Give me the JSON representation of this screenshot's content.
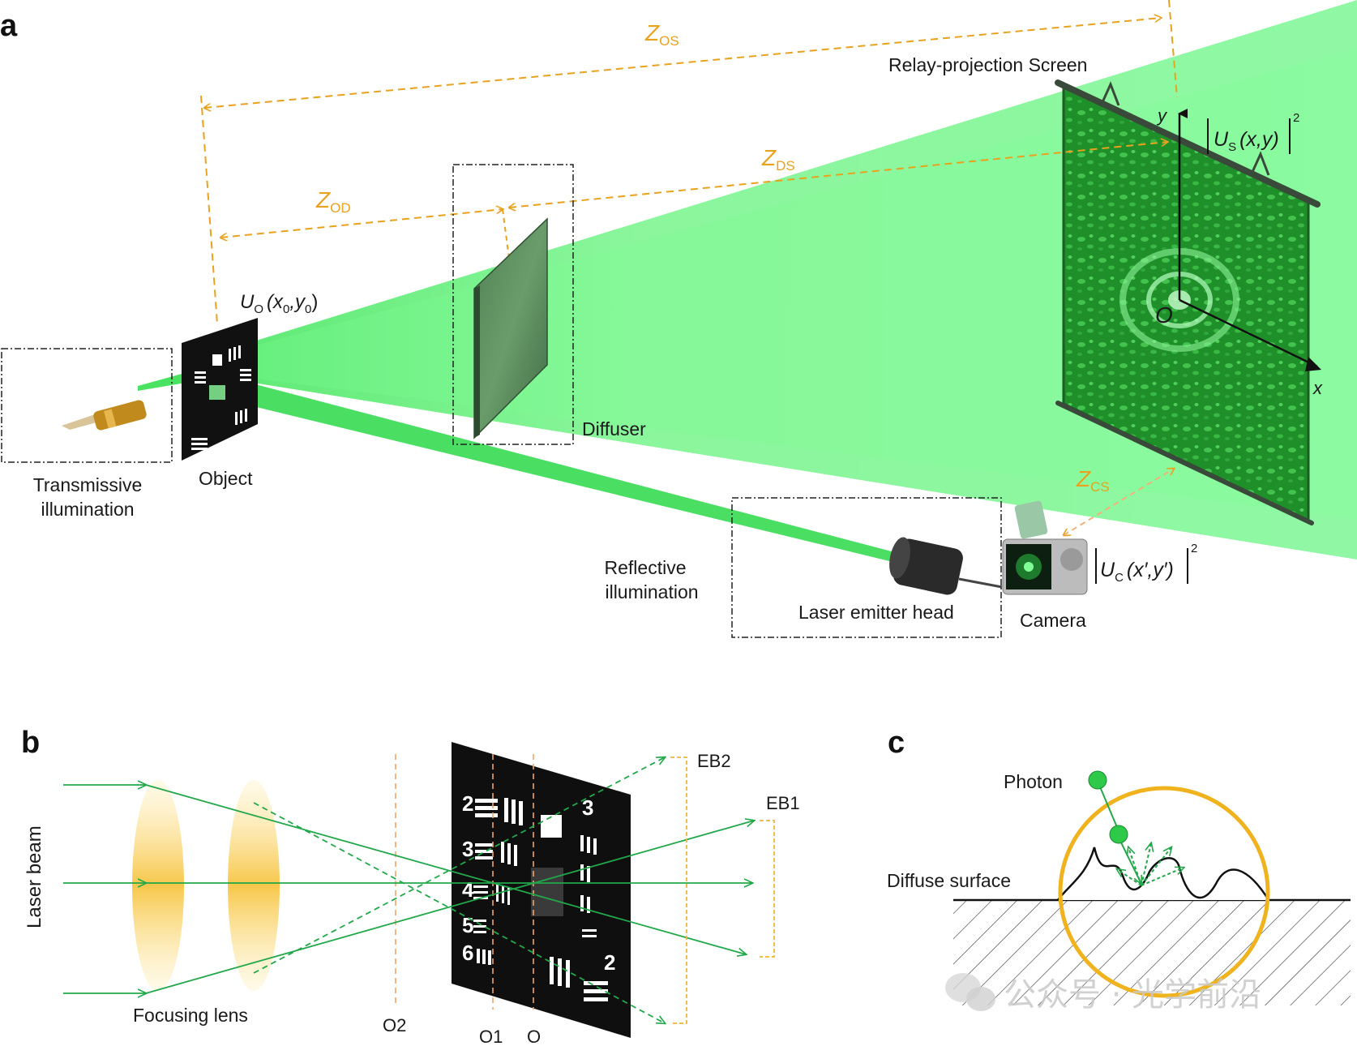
{
  "panels": {
    "a": "a",
    "b": "b",
    "c": "c"
  },
  "panel_a": {
    "z_os_main": "Z",
    "z_os_sub": "OS",
    "z_od_main": "Z",
    "z_od_sub": "OD",
    "z_ds_main": "Z",
    "z_ds_sub": "DS",
    "z_cs_main": "Z",
    "z_cs_sub": "CS",
    "screen_label": "Relay-projection Screen",
    "diffuser_label": "Diffuser",
    "object_label": "Object",
    "transmissive_line1": "Transmissive",
    "transmissive_line2": "illumination",
    "reflective_line1": "Reflective",
    "reflective_line2": "illumination",
    "laser_head_label": "Laser emitter head",
    "camera_label": "Camera",
    "uo_main": "U",
    "uo_sub": "O",
    "uo_args": "(x",
    "uo_x0_sub": "0",
    "uo_comma": ",y",
    "uo_y0_sub": "0",
    "uo_close": ")",
    "us_main": "U",
    "us_sub": "S",
    "us_args": "(x,y)",
    "us_sup": "2",
    "uc_main": "U",
    "uc_sub": "C",
    "uc_args": "(x′,y′)",
    "uc_sup": "2",
    "axis_y": "y",
    "axis_x": "x",
    "axis_origin": "O"
  },
  "panel_b": {
    "laser_beam": "Laser beam",
    "focusing_lens": "Focusing lens",
    "o2": "O2",
    "o1": "O1",
    "o": "O",
    "eb1": "EB1",
    "eb2": "EB2",
    "chart_nums": [
      "2",
      "3",
      "4",
      "5",
      "6",
      "2",
      "3"
    ]
  },
  "panel_c": {
    "photon": "Photon",
    "diffuse_surface": "Diffuse surface"
  },
  "watermark": "公众号 · 光学前沿",
  "colors": {
    "beam_green": "#22c03a",
    "dim_orange": "#e8a21e",
    "screen_green": "#1f8f2a"
  }
}
